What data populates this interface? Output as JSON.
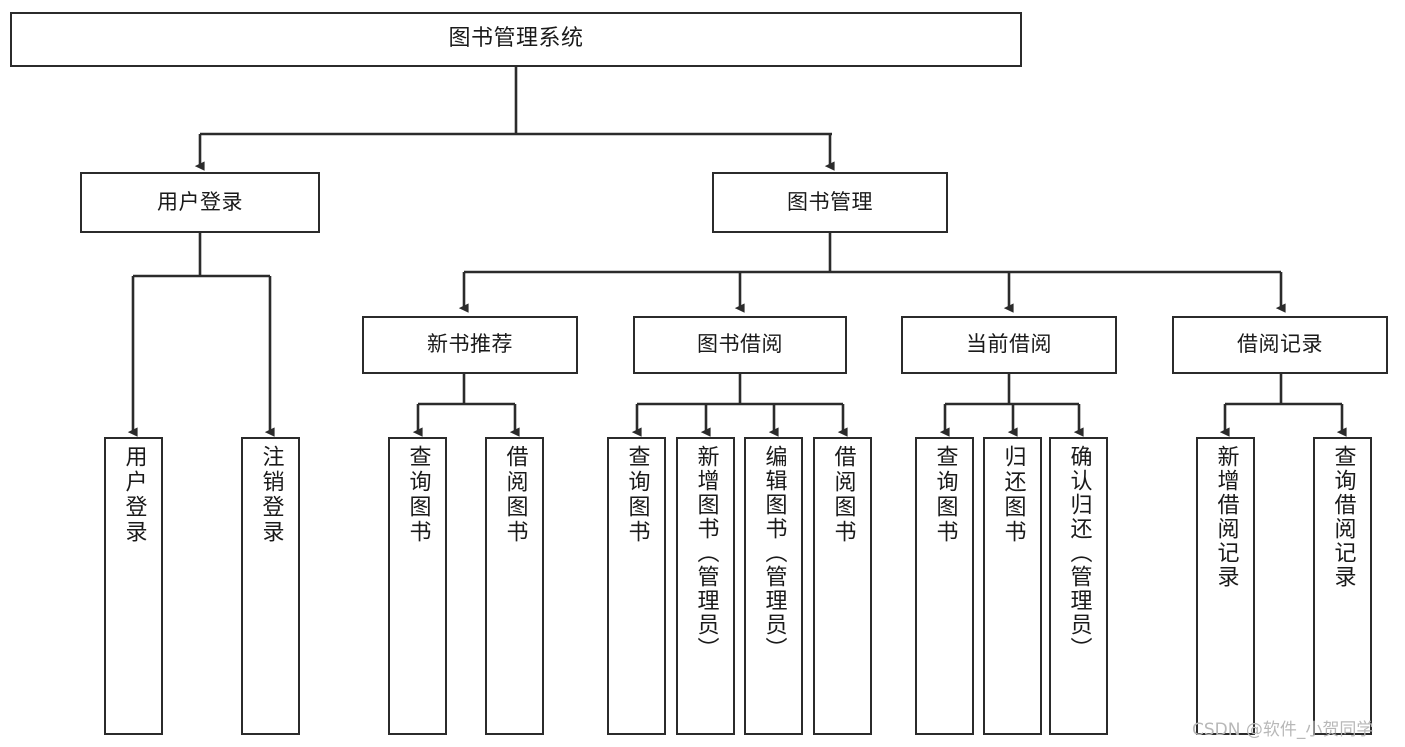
{
  "diagram": {
    "type": "tree-hierarchy",
    "title": "图书管理系统",
    "watermark": "CSDN @软件_小贺同学",
    "colors": {
      "background": "#ffffff",
      "border": "#2b2b2b",
      "edge": "#2b2b2b",
      "text": "#1a1a1a",
      "watermark": "#b8b8b8"
    },
    "nodes": {
      "root": {
        "label": "图书管理系统"
      },
      "level1": [
        {
          "id": "user-login",
          "label": "用户登录"
        },
        {
          "id": "book-management",
          "label": "图书管理"
        }
      ],
      "level2": [
        {
          "id": "new-book-recommend",
          "label": "新书推荐"
        },
        {
          "id": "book-borrow",
          "label": "图书借阅"
        },
        {
          "id": "current-borrow",
          "label": "当前借阅"
        },
        {
          "id": "borrow-record",
          "label": "借阅记录"
        }
      ],
      "leaves": {
        "user-login": [
          {
            "id": "leaf-user-login",
            "label": "用户登录"
          },
          {
            "id": "leaf-logout",
            "label": "注销登录"
          }
        ],
        "new-book-recommend": [
          {
            "id": "leaf-query-book-1",
            "label": "查询图书"
          },
          {
            "id": "leaf-borrow-book-1",
            "label": "借阅图书"
          }
        ],
        "book-borrow": [
          {
            "id": "leaf-query-book-2",
            "label": "查询图书"
          },
          {
            "id": "leaf-add-book",
            "label": "新增图书（管理员）"
          },
          {
            "id": "leaf-edit-book",
            "label": "编辑图书（管理员）"
          },
          {
            "id": "leaf-borrow-book-2",
            "label": "借阅图书"
          }
        ],
        "current-borrow": [
          {
            "id": "leaf-query-book-3",
            "label": "查询图书"
          },
          {
            "id": "leaf-return-book",
            "label": "归还图书"
          },
          {
            "id": "leaf-confirm-return",
            "label": "确认归还（管理员）"
          }
        ],
        "borrow-record": [
          {
            "id": "leaf-add-record",
            "label": "新增借阅记录"
          },
          {
            "id": "leaf-query-record",
            "label": "查询借阅记录"
          }
        ]
      }
    }
  }
}
